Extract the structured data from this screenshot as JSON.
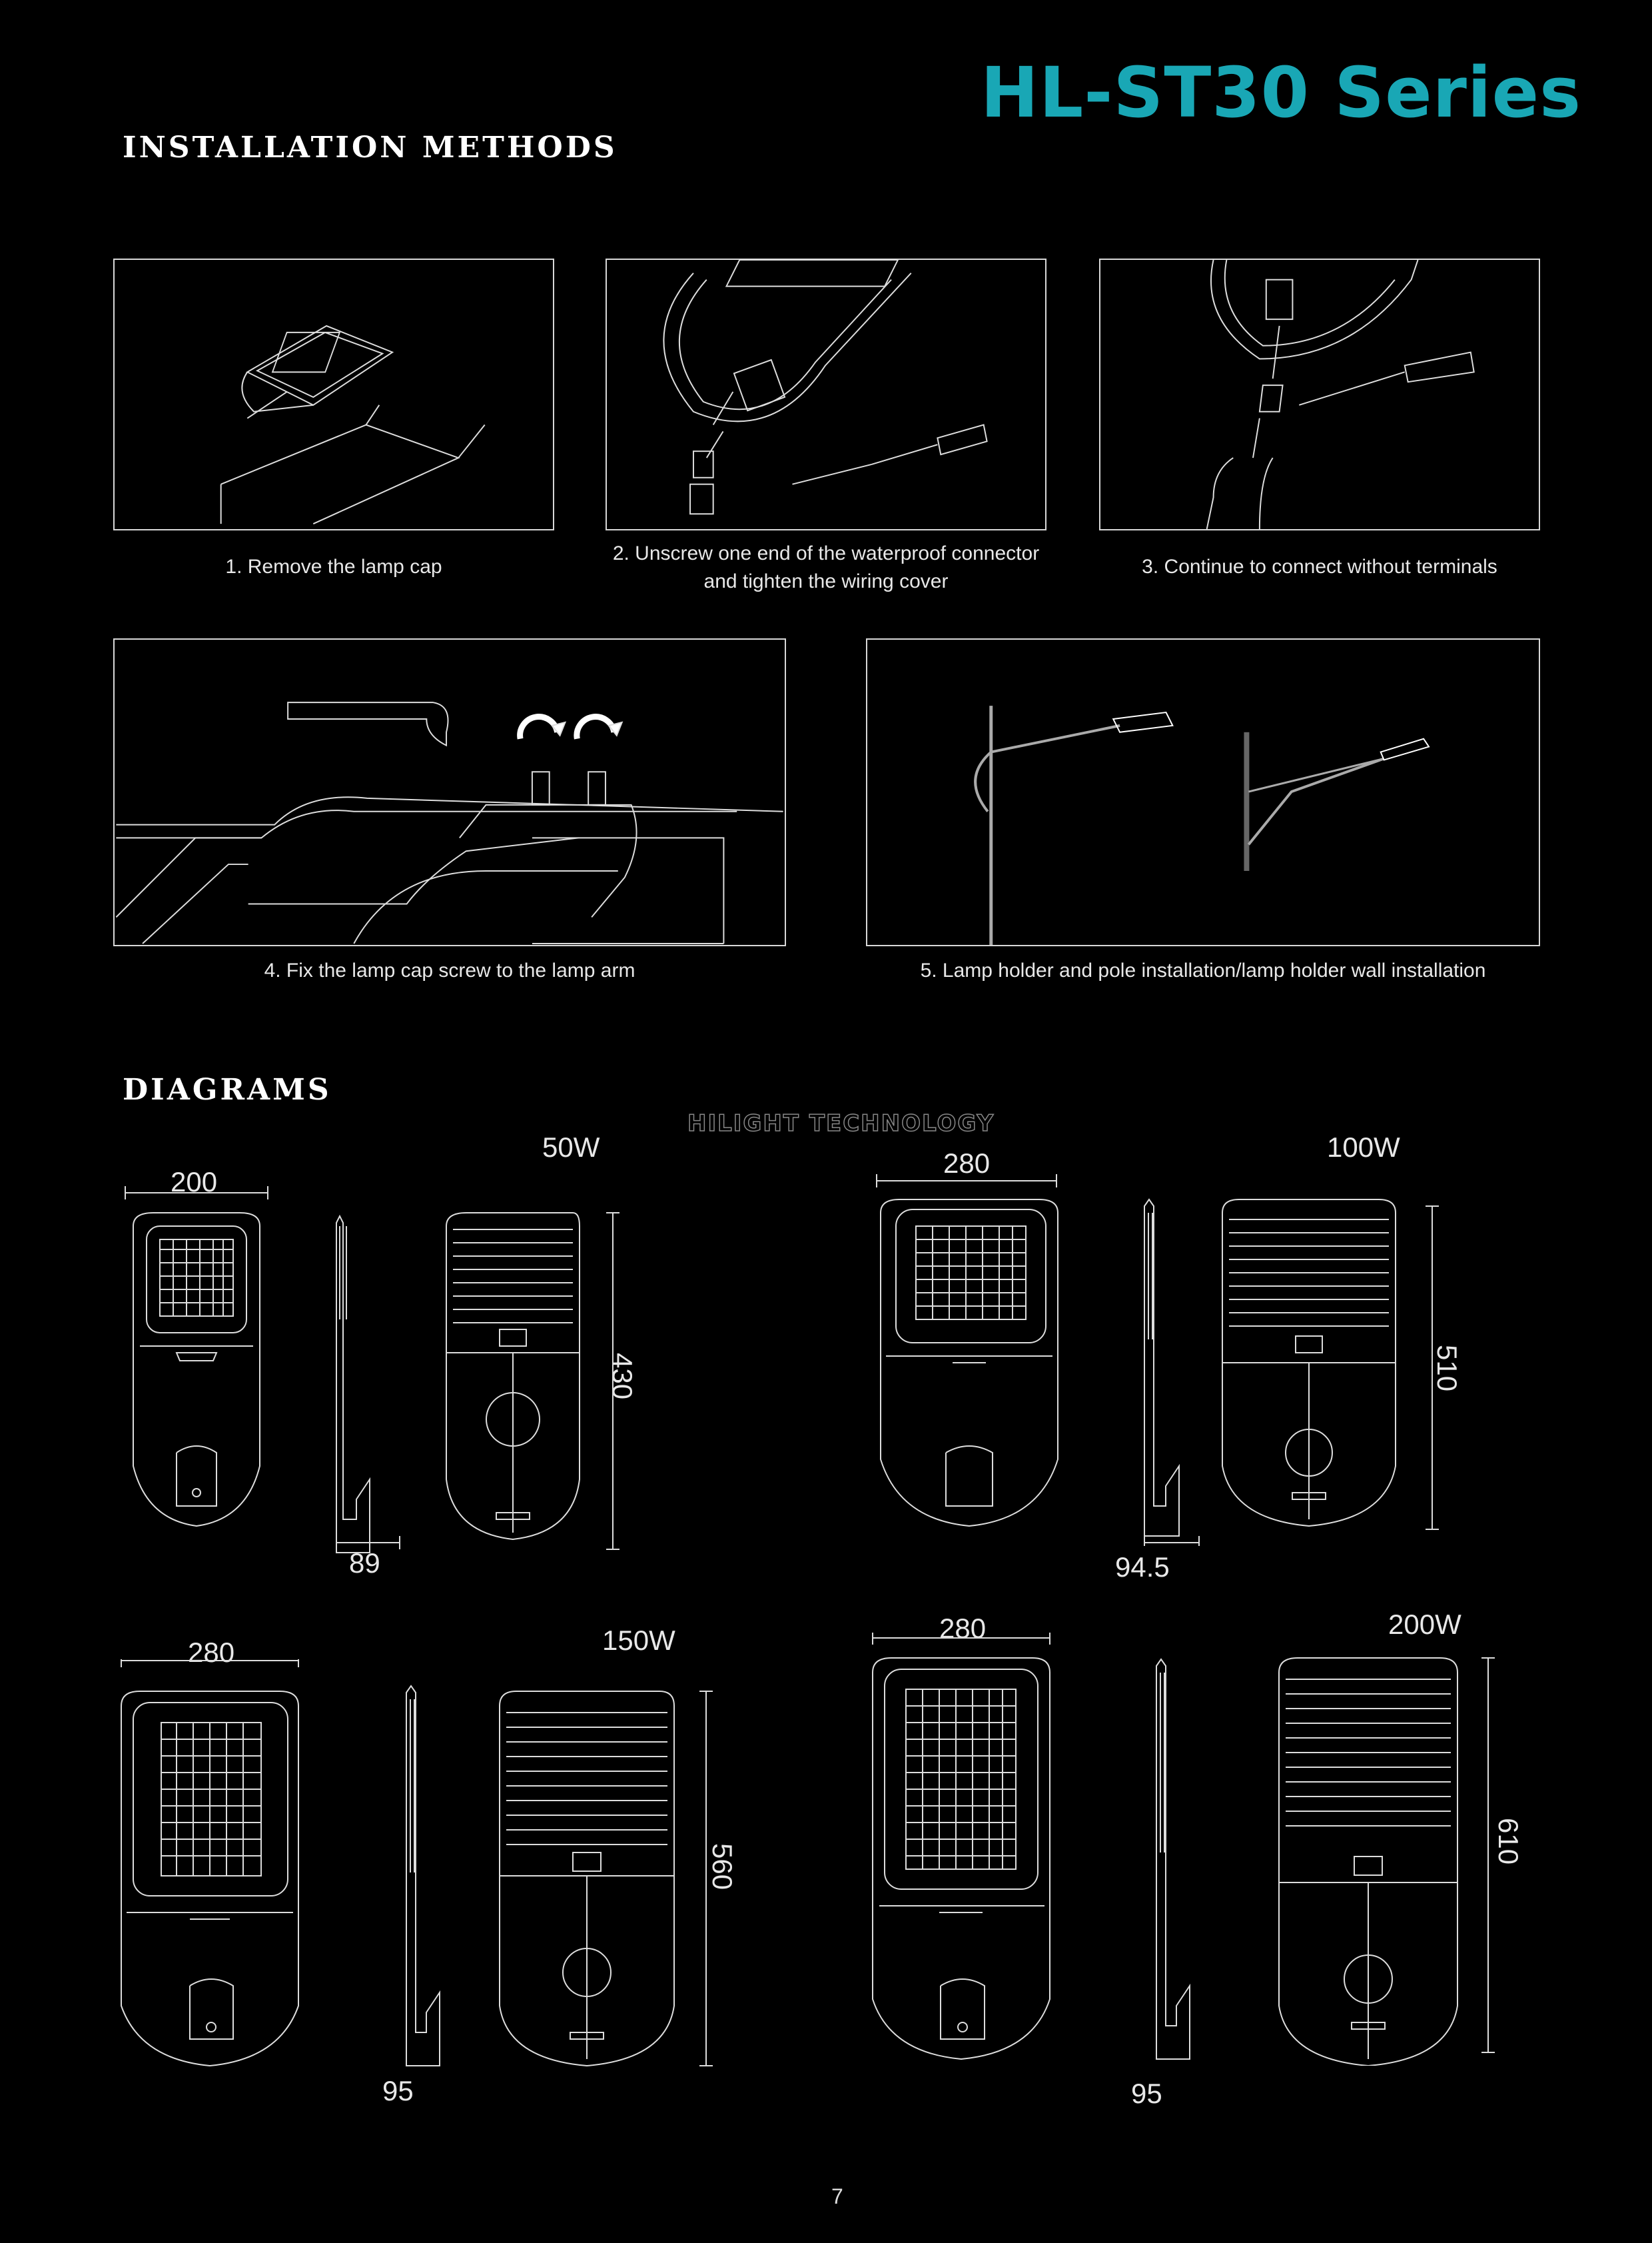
{
  "header": {
    "series_title": "HL-ST30 Series"
  },
  "sections": {
    "installation": "Installation Methods",
    "diagrams": "Diagrams"
  },
  "steps": [
    {
      "caption": "1. Remove the lamp cap"
    },
    {
      "caption_line1": "2. Unscrew one end of the waterproof connector",
      "caption_line2": "and tighten the wiring cover"
    },
    {
      "caption": "3. Continue to connect without terminals"
    },
    {
      "caption": "4. Fix the lamp cap screw to the lamp arm"
    },
    {
      "caption": "5. Lamp holder and pole installation/lamp holder wall installation"
    }
  ],
  "watermark": "HILIGHT TECHNOLOGY",
  "diagrams": [
    {
      "power": "50W",
      "width": "200",
      "depth": "89",
      "length": "430"
    },
    {
      "power": "100W",
      "width": "280",
      "depth": "94.5",
      "length": "510"
    },
    {
      "power": "150W",
      "width": "280",
      "depth": "95",
      "length": "560"
    },
    {
      "power": "200W",
      "width": "280",
      "depth": "95",
      "length": "610"
    }
  ],
  "page_number": "7"
}
